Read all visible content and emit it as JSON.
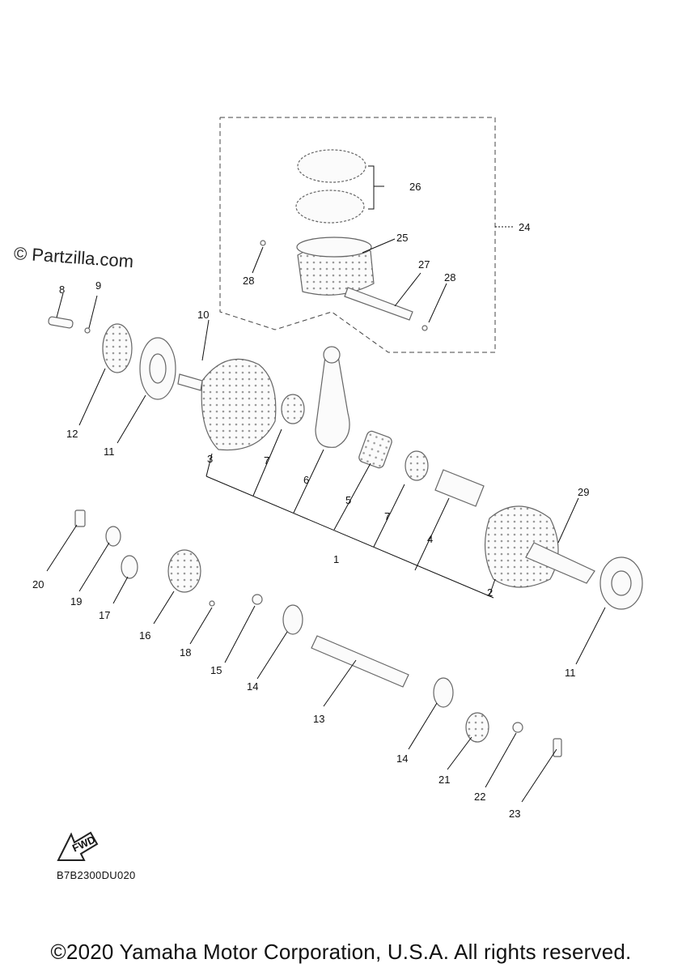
{
  "watermark": "© Partzilla.com",
  "diagram_code": "B7B2300DU020",
  "copyright": "©2020 Yamaha Motor Corporation, U.S.A. All rights reserved.",
  "fwd_label": "FWD",
  "callouts": {
    "c1": "1",
    "c2": "2",
    "c3": "3",
    "c4": "4",
    "c5": "5",
    "c6": "6",
    "c7a": "7",
    "c7b": "7",
    "c8": "8",
    "c9": "9",
    "c10": "10",
    "c11a": "11",
    "c11b": "11",
    "c12": "12",
    "c13": "13",
    "c14a": "14",
    "c14b": "14",
    "c15": "15",
    "c16": "16",
    "c17": "17",
    "c18": "18",
    "c19": "19",
    "c20": "20",
    "c21": "21",
    "c22": "22",
    "c23": "23",
    "c24": "24",
    "c25": "25",
    "c26": "26",
    "c27": "27",
    "c28a": "28",
    "c28b": "28",
    "c29": "29"
  }
}
